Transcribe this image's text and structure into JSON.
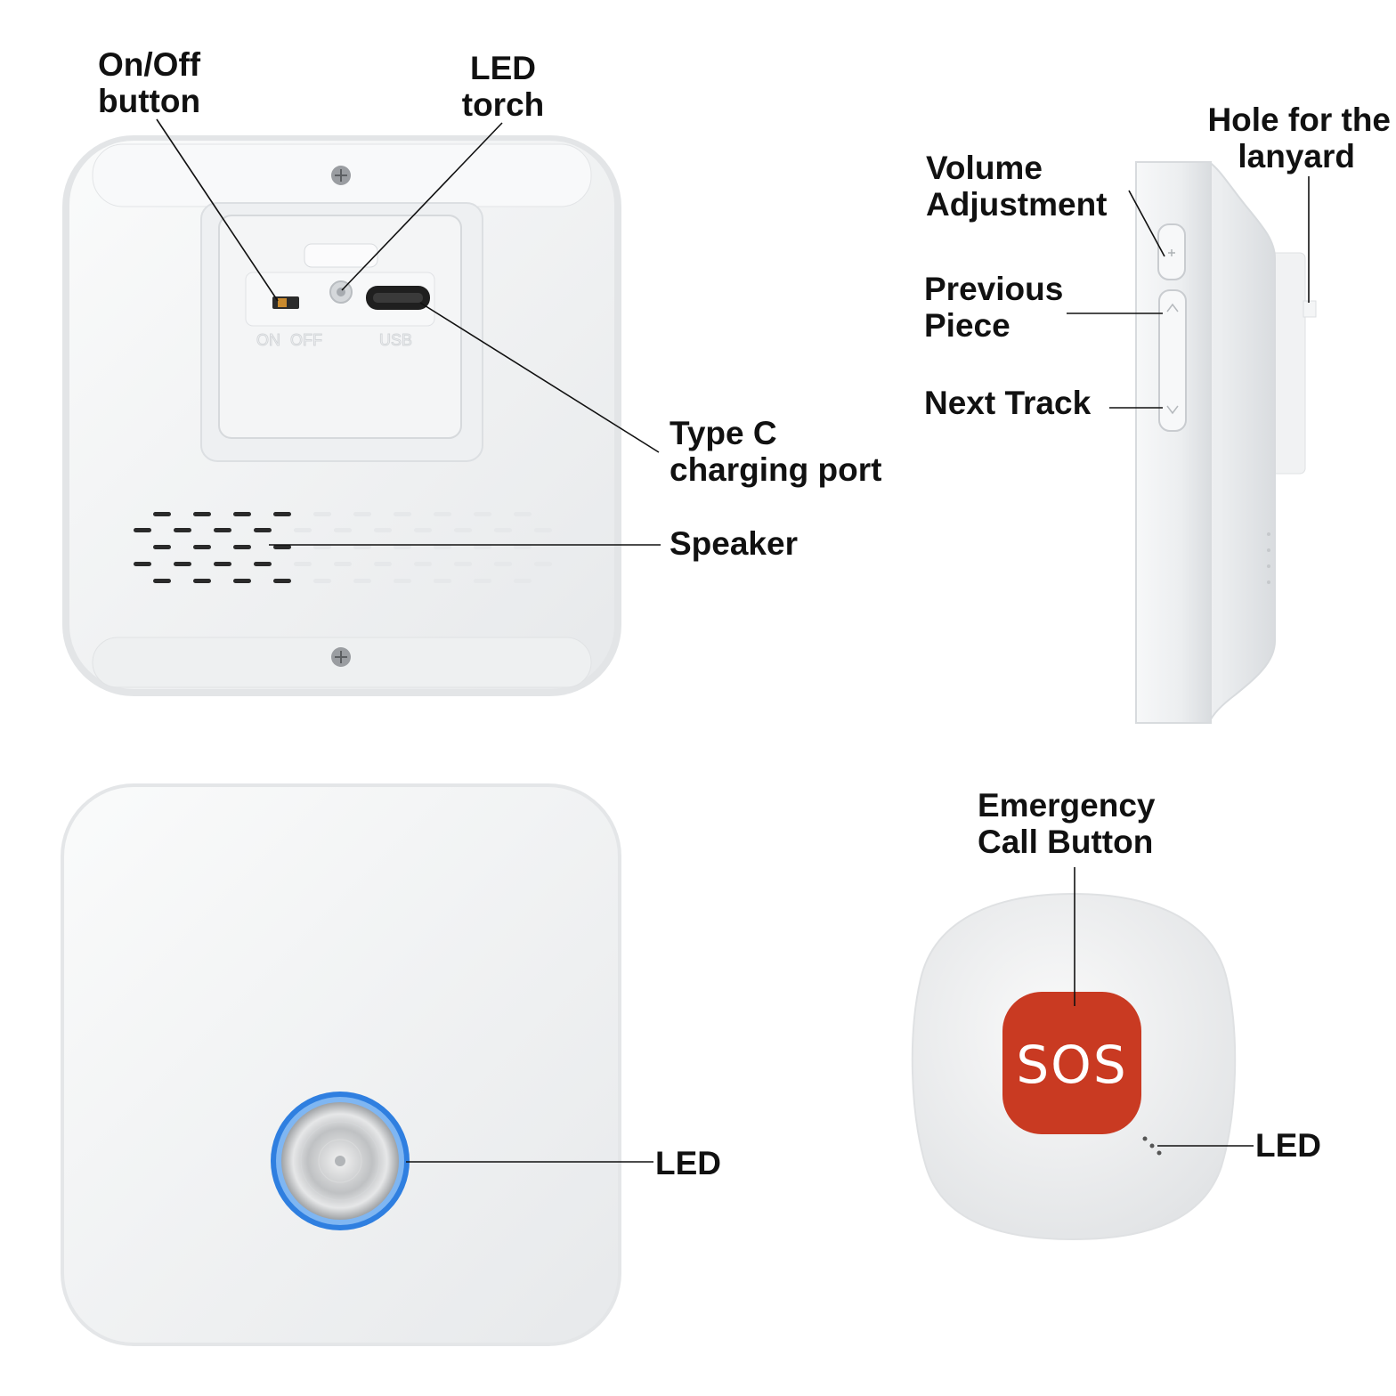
{
  "labels": {
    "on_off": [
      "On/Off",
      "button"
    ],
    "led_torch": [
      "LED",
      "torch"
    ],
    "type_c": [
      "Type C",
      "charging port"
    ],
    "speaker": "Speaker",
    "volume": [
      "Volume",
      "Adjustment"
    ],
    "previous": [
      "Previous",
      "Piece"
    ],
    "next_track": "Next Track",
    "lanyard": [
      "Hole for the",
      "lanyard"
    ],
    "emergency": [
      "Emergency",
      "Call Button"
    ],
    "led_receiver": "LED",
    "led_pendant": "LED"
  },
  "device_text": {
    "switch_on": "ON",
    "switch_off": "OFF",
    "usb": "USB",
    "sos": "SOS"
  },
  "colors": {
    "device_body": "#f3f4f5",
    "device_shade": "#e4e6e8",
    "led_ring": "#2f7fe0",
    "sos_button": "#c93a22",
    "leader_line": "#111111",
    "label_text": "#111111"
  }
}
